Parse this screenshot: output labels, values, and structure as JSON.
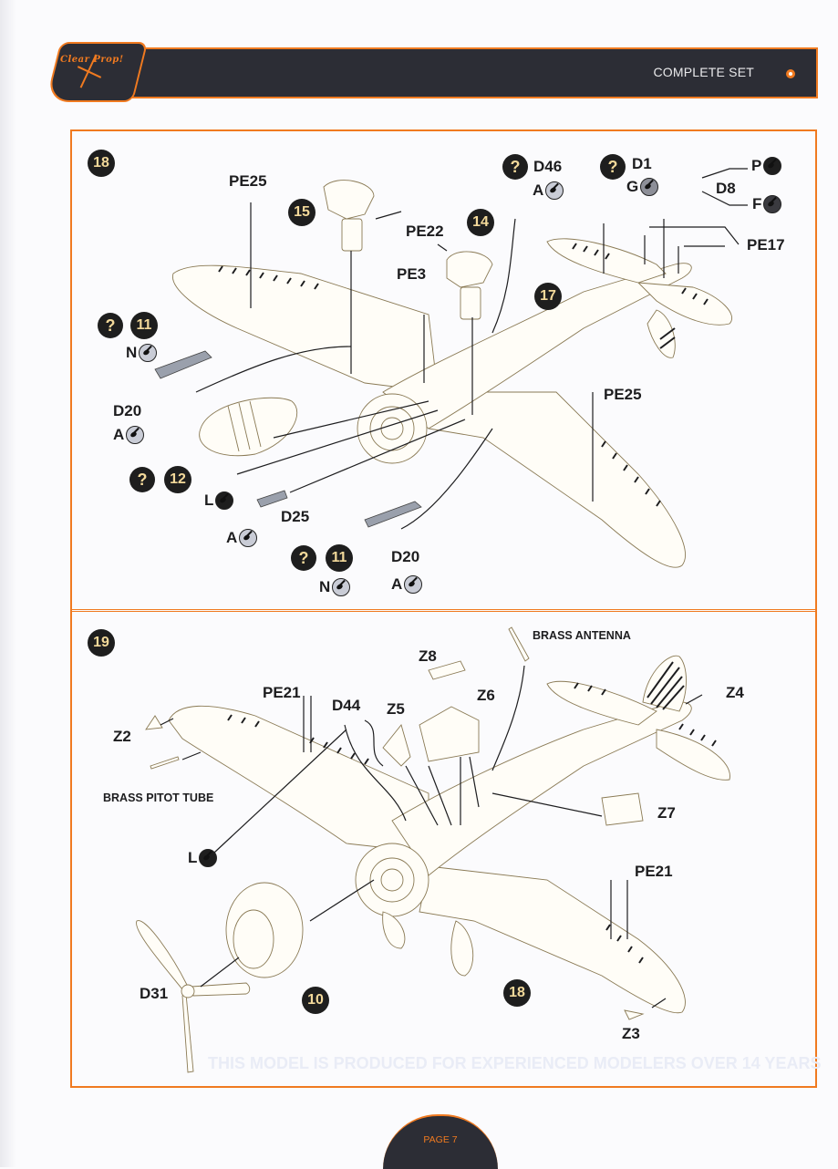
{
  "header": {
    "brand": "Clear Prop!",
    "title": "COMPLETE SET",
    "accent_color": "#f07a20",
    "bar_color": "#2c2d35"
  },
  "steps": [
    {
      "number": "18",
      "callouts": [
        {
          "id": "pe25_top",
          "label": "PE25"
        },
        {
          "id": "pe22",
          "label": "PE22"
        },
        {
          "id": "pe3",
          "label": "PE3"
        },
        {
          "id": "d46",
          "label": "D46"
        },
        {
          "id": "d1",
          "label": "D1"
        },
        {
          "id": "d8",
          "label": "D8"
        },
        {
          "id": "pe17",
          "label": "PE17"
        },
        {
          "id": "pe25_right",
          "label": "PE25"
        },
        {
          "id": "d20_left",
          "label": "D20"
        },
        {
          "id": "d25",
          "label": "D25"
        },
        {
          "id": "d20_bottom",
          "label": "D20"
        }
      ],
      "substeps": [
        "15",
        "14",
        "17",
        "11",
        "12",
        "11"
      ],
      "paint_swatches": [
        {
          "letter": "A",
          "near": "D46",
          "tone": "#c9ccd6"
        },
        {
          "letter": "G",
          "near": "D1",
          "tone": "#8d8f98"
        },
        {
          "letter": "P",
          "near": "D8",
          "tone": "#1e1e1e"
        },
        {
          "letter": "F",
          "near": "D8",
          "tone": "#3a3a3f"
        },
        {
          "letter": "N",
          "near": "11 left",
          "tone": "#c9ccd6"
        },
        {
          "letter": "A",
          "near": "D20 left",
          "tone": "#c9ccd6"
        },
        {
          "letter": "L",
          "near": "D25",
          "tone": "#1e1e1e"
        },
        {
          "letter": "A",
          "near": "D25",
          "tone": "#c9ccd6"
        },
        {
          "letter": "N",
          "near": "11 bottom",
          "tone": "#c9ccd6"
        },
        {
          "letter": "A",
          "near": "D20 bottom",
          "tone": "#c9ccd6"
        }
      ],
      "question_marks": [
        "?",
        "?",
        "?",
        "?",
        "?"
      ]
    },
    {
      "number": "19",
      "callouts": [
        {
          "id": "z8",
          "label": "Z8"
        },
        {
          "id": "brass_antenna",
          "label": "BRASS ANTENNA"
        },
        {
          "id": "pe21_top",
          "label": "PE21"
        },
        {
          "id": "d44",
          "label": "D44"
        },
        {
          "id": "z5",
          "label": "Z5"
        },
        {
          "id": "z6",
          "label": "Z6"
        },
        {
          "id": "z4",
          "label": "Z4"
        },
        {
          "id": "z2",
          "label": "Z2"
        },
        {
          "id": "brass_pitot",
          "label": "BRASS PITOT TUBE"
        },
        {
          "id": "z7",
          "label": "Z7"
        },
        {
          "id": "pe21_bottom",
          "label": "PE21"
        },
        {
          "id": "d31",
          "label": "D31"
        },
        {
          "id": "z3",
          "label": "Z3"
        }
      ],
      "substeps": [
        "10",
        "18"
      ],
      "paint_swatches": [
        {
          "letter": "L",
          "near": "D44",
          "tone": "#1e1e1e"
        }
      ]
    }
  ],
  "footer": {
    "page_label": "PAGE 7",
    "watermark": "THIS MODEL IS PRODUCED FOR EXPERIENCED MODELERS OVER 14 YEARS"
  }
}
